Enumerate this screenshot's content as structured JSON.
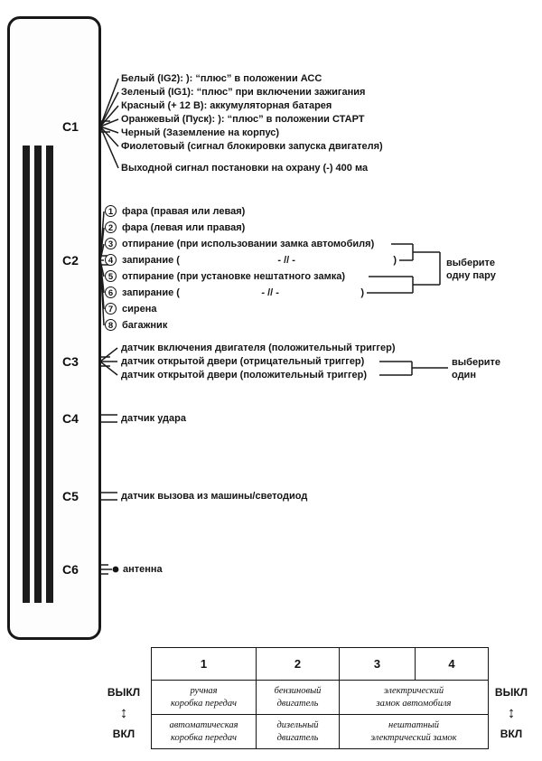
{
  "connectors": {
    "c1": {
      "label": "C1",
      "wires": [
        "Белый (IG2): ): “плюс” в положении АСС",
        "Зеленый (IG1): “плюс” при включении зажигания",
        "Красный (+ 12 В): аккумуляторная батарея",
        "Оранжевый (Пуск): ): “плюс” в положении СТАРТ",
        "Черный (Заземление на корпус)",
        "Фиолетовый (сигнал блокировки запуска двигателя)",
        "Выходной сигнал постановки на охрану (-) 400 ма"
      ]
    },
    "c2": {
      "label": "C2",
      "wires": [
        {
          "num": "1",
          "text": "фара (правая или левая)"
        },
        {
          "num": "2",
          "text": "фара (левая или правая)"
        },
        {
          "num": "3",
          "text": "отпирание (при использовании замка автомобиля)"
        },
        {
          "num": "4",
          "parts": [
            "запирание (",
            "- // -",
            ")"
          ]
        },
        {
          "num": "5",
          "text": "отпирание (при установке нештатного замка)"
        },
        {
          "num": "6",
          "parts": [
            "запирание (",
            "- // -",
            ")"
          ]
        },
        {
          "num": "7",
          "text": "сирена"
        },
        {
          "num": "8",
          "text": "багажник"
        }
      ],
      "note": "выберите\nодну пару"
    },
    "c3": {
      "label": "C3",
      "wires": [
        "датчик включения двигателя (положительный триггер)",
        "датчик открытой двери (отрицательный триггер)",
        "датчик открытой двери (положительный триггер)"
      ],
      "note": "выберите\nодин"
    },
    "c4": {
      "label": "C4",
      "wires": [
        "датчик удара"
      ]
    },
    "c5": {
      "label": "C5",
      "wires": [
        "датчик вызова из машины/светодиод"
      ]
    },
    "c6": {
      "label": "C6",
      "wires": [
        "антенна"
      ]
    }
  },
  "dip_table": {
    "headers": [
      "1",
      "2",
      "3",
      "4"
    ],
    "rows": [
      {
        "cells": [
          "ручная\nкоробка передач",
          "бензиновый\nдвигатель",
          "электрический\nзамок автомобиля"
        ]
      },
      {
        "cells": [
          "автоматическая\nкоробка передач",
          "дизельный\nдвигатель",
          "нештатный\nэлектрический замок"
        ]
      }
    ],
    "off_label": "ВЫКЛ",
    "on_label": "ВКЛ",
    "arrow": "↕"
  }
}
